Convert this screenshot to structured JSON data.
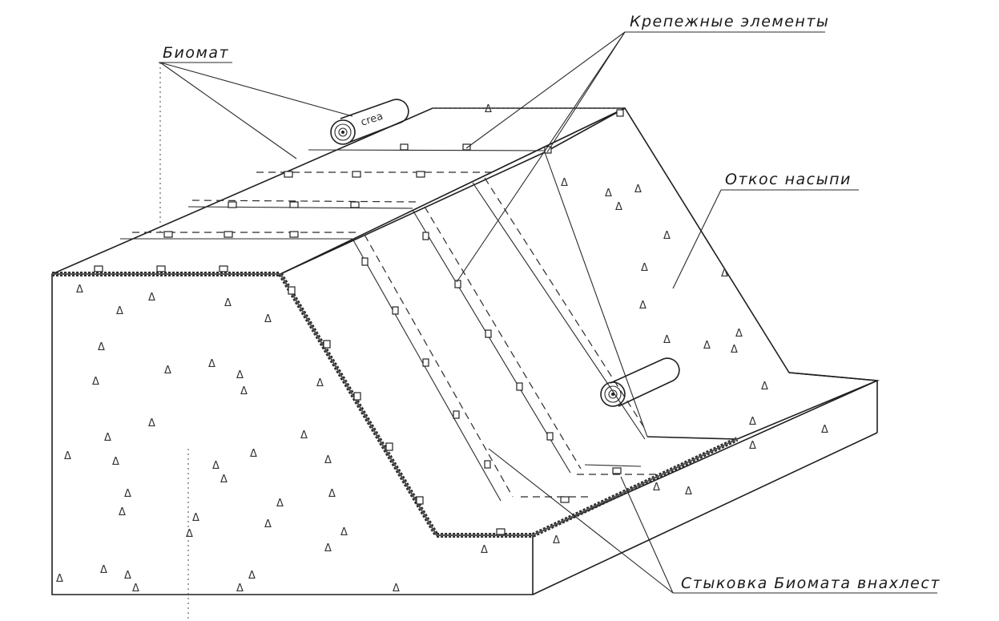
{
  "labels": {
    "biomat": "Биомат",
    "fasteners": "Крепежные элементы",
    "embankment_slope": "Откос насыпи",
    "overlap_joint": "Стыковка Биомата внахлест"
  },
  "roll_label": "crea",
  "speckle_glyph": "Δ"
}
